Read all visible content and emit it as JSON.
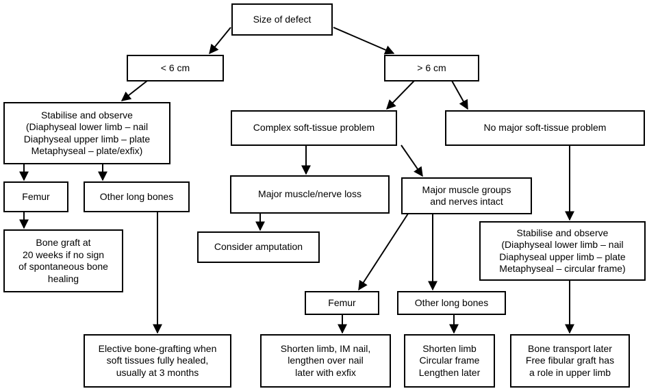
{
  "nodes": {
    "root": "Size of defect",
    "lt6": "< 6 cm",
    "gt6": "> 6 cm",
    "stab_left": "Stabilise and observe\n(Diaphyseal lower limb – nail\nDiaphyseal upper limb – plate\nMetaphyseal – plate/exfix)",
    "femur_left": "Femur",
    "other_left": "Other long bones",
    "graft20": "Bone graft at\n20 weeks if no sign\nof spontaneous bone\nhealing",
    "elective": "Elective bone-grafting when\nsoft tissues fully healed,\nusually at 3 months",
    "complex": "Complex soft-tissue problem",
    "no_major": "No major soft-tissue problem",
    "major_loss": "Major muscle/nerve loss",
    "intact": "Major muscle groups\nand nerves intact",
    "amputation": "Consider amputation",
    "femur_mid": "Femur",
    "other_mid": "Other long bones",
    "shorten_nail": "Shorten limb, IM nail,\nlengthen over nail\nlater with exfix",
    "shorten_frame": "Shorten limb\nCircular frame\nLengthen later",
    "stab_right": "Stabilise and observe\n(Diaphyseal lower limb – nail\nDiaphyseal upper limb – plate\nMetaphyseal – circular frame)",
    "transport": "Bone transport later\nFree fibular graft has\na role in upper limb"
  }
}
